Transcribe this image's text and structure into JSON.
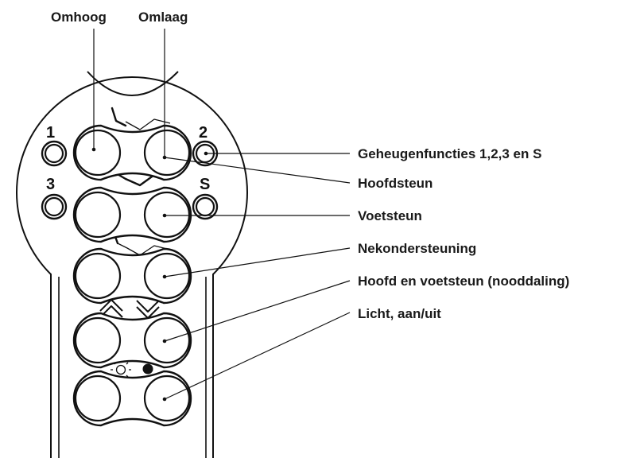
{
  "labels": {
    "up": "Omhoog",
    "down": "Omlaag",
    "memory": "Geheugenfuncties 1,2,3 en S",
    "head": "Hoofdsteun",
    "foot": "Voetsteun",
    "neck": "Nekondersteuning",
    "emergency": "Hoofd en voetsteun (nooddaling)",
    "light": "Licht, aan/uit"
  },
  "memory_buttons": {
    "one": "1",
    "two": "2",
    "three": "3",
    "s": "S"
  },
  "icons": {
    "head_row": "headrest-position-icon",
    "foot_row": "footrest-position-icon",
    "neck_row": "neck-support-icon",
    "emergency_row": "chevrons-up-down-icon",
    "light_row": "light-sun-dot-icon"
  }
}
